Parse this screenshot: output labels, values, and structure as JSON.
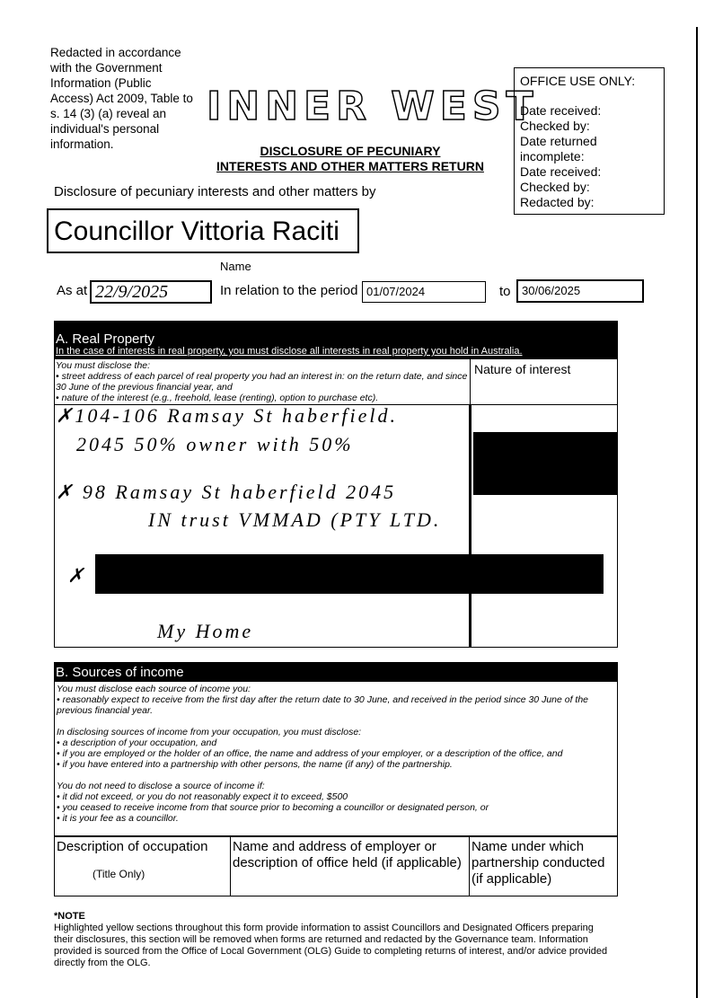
{
  "redaction_note": "Redacted in accordance with the Government Information (Public Access) Act 2009, Table to s. 14 (3) (a) reveal an individual's personal information.",
  "logo_text": "INNER WEST",
  "form_title": [
    "DISCLOSURE OF PECUNIARY",
    "INTERESTS AND OTHER MATTERS RETURN"
  ],
  "office_use": {
    "heading": "OFFICE USE ONLY:",
    "fields": [
      "Date received:",
      "Checked by:",
      "Date returned incomplete:",
      "Date received:",
      "Checked by:",
      "Redacted by:"
    ]
  },
  "disclosure_by_label": "Disclosure of pecuniary interests and other matters by",
  "name_value": "Councillor Vittoria Raciti",
  "name_label": "Name",
  "as_at_label": "As at",
  "as_at_value": "22/9/2025",
  "period_label": "In relation to the period",
  "period_from": "01/07/2024",
  "to_label": "to",
  "period_to": "30/06/2025",
  "section_a": {
    "title": "A. Real Property",
    "subtitle": "In the case of interests in real property, you must disclose all interests in real property you hold in Australia.",
    "instructions_head": "You must disclose the:",
    "instructions": [
      "• street address of each parcel of real property you had an interest in: on the return date, and since 30 June of the previous financial year, and",
      "• nature of the interest (e.g., freehold, lease (renting), option to purchase etc)."
    ],
    "nature_header": "Nature of interest",
    "handwritten": [
      "✗104-106 Ramsay St haberfield.",
      "2045   50% owner with 50%",
      "✗ 98 Ramsay St haberfield 2045",
      "IN trust VMMAD (PTY LTD.",
      "✗",
      "My Home"
    ]
  },
  "section_b": {
    "title": "B. Sources of income",
    "p1_head": "You must disclose each source of income you:",
    "p1": "• reasonably expect to receive from the first day after the return date to 30 June, and received in the period since 30 June of the previous financial year.",
    "p2_head": "In disclosing sources of income from your occupation, you must disclose:",
    "p2": [
      "• a description of your occupation, and",
      "• if you are employed or the holder of an office, the name and address of your employer, or a description of the office, and",
      "• if you have entered into a partnership with other persons, the name (if any) of the partnership."
    ],
    "p3_head": "You do not need to disclose a source of income if:",
    "p3": [
      "• it did not exceed, or you do not reasonably expect it to exceed, $500",
      "• you ceased to receive income from that source prior to becoming a councillor or designated person, or",
      "• it is your fee as a councillor."
    ],
    "columns": [
      {
        "label": "Description of occupation",
        "sub": "(Title Only)"
      },
      {
        "label": "Name and address of employer or description of office held (if applicable)"
      },
      {
        "label": "Name under which partnership conducted (if applicable)"
      }
    ]
  },
  "note": {
    "heading": "*NOTE",
    "text": "Highlighted yellow sections throughout this form provide information to assist Councillors and Designated Officers preparing their disclosures, this section will be removed when forms are returned and redacted by the Governance team. Information provided is sourced from the Office of Local Government (OLG) Guide to completing returns of interest, and/or advice provided directly from the OLG."
  }
}
